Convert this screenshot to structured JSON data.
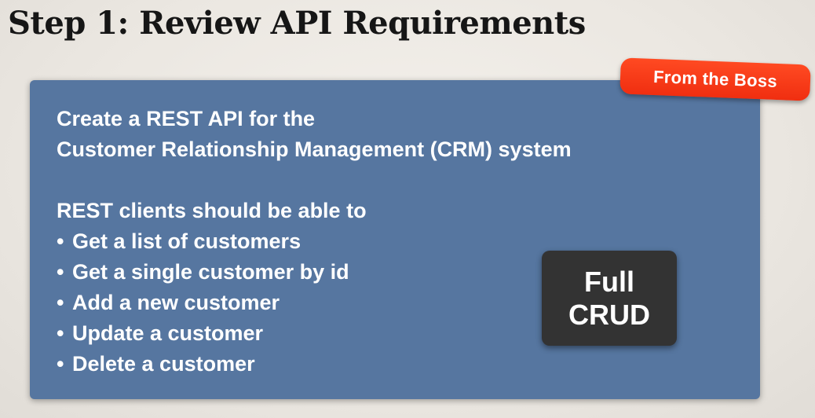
{
  "slide": {
    "title": "Step 1: Review API Requirements",
    "badge": "From the Boss",
    "panel": {
      "intro_line1": "Create a REST API for the",
      "intro_line2": "Customer Relationship Management (CRM) system",
      "clients_heading": "REST clients should be able to",
      "bullet_char": "•",
      "items": [
        "Get a list of customers",
        "Get a single customer by id",
        "Add a new customer",
        "Update a customer",
        "Delete a customer"
      ]
    },
    "crud_callout": {
      "line1": "Full",
      "line2": "CRUD"
    },
    "colors": {
      "panel": "#5676a0",
      "badge": "#f53915",
      "callout": "#333333",
      "background": "#ebe7e1"
    }
  }
}
